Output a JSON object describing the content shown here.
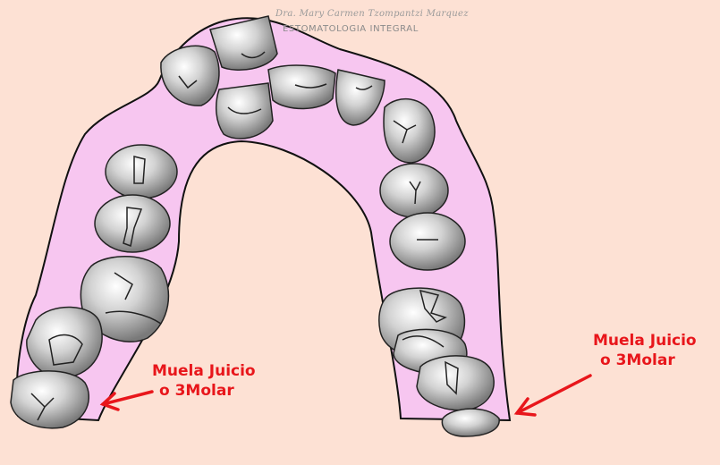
{
  "header": {
    "author": "Dra. Mary Carmen Tzompantzi Marquez",
    "specialty": "ESTOMATOLOGIA INTEGRAL"
  },
  "annotations": {
    "left": {
      "line1": "Muela Juicio",
      "line2": "o 3Molar"
    },
    "right": {
      "line1": "Muela Juicio",
      "line2": "o 3Molar"
    }
  },
  "colors": {
    "background": "#fde1d4",
    "gum": "#f7c6f0",
    "tooth": "#c8c8c8",
    "arrow": "#e8161b"
  }
}
